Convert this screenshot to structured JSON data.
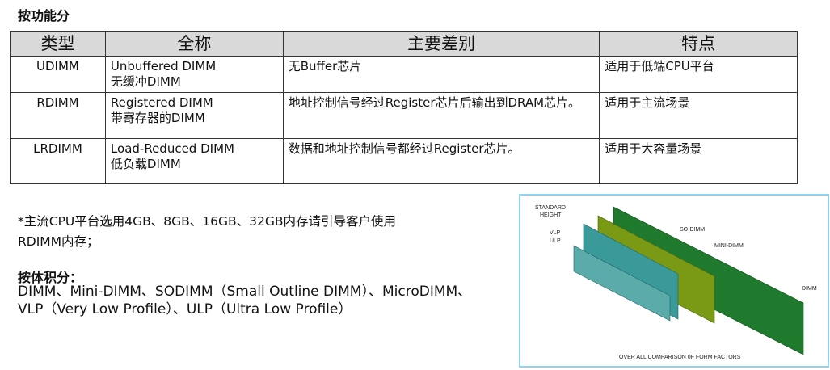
{
  "heading_function": "按功能分",
  "table": {
    "headers": [
      "类型",
      "全称",
      "主要差别",
      "特点"
    ],
    "rows": [
      {
        "type": "UDIMM",
        "full_en": "Unbuffered DIMM",
        "full_zh": "无缓冲DIMM",
        "diff": "无Buffer芯片",
        "feature": "适用于低端CPU平台"
      },
      {
        "type": "RDIMM",
        "full_en": "Registered DIMM",
        "full_zh": "带寄存器的DIMM",
        "diff": "地址控制信号经过Register芯片后输出到DRAM芯片。",
        "feature": "适用于主流场景"
      },
      {
        "type": "LRDIMM",
        "full_en": "Load-Reduced DIMM",
        "full_zh": "低负载DIMM",
        "diff": "数据和地址控制信号都经过Register芯片。",
        "feature": "适用于大容量场景"
      }
    ]
  },
  "note": "*主流CPU平台选用4GB、8GB、16GB、32GB内存请引导客户使用RDIMM内存；",
  "heading_volume": "按体积分：",
  "volume_text": "DIMM、Mini-DIMM、SODIMM（Small Outline DIMM）、MicroDIMM、VLP（Very Low Profile）、ULP（Ultra Low Profile）",
  "figure": {
    "labels": {
      "standard": "STANDARD",
      "height": "HEIGHT",
      "vlp": "VLP",
      "ulp": "ULP",
      "sodimm": "SO-DIMM",
      "minidimm": "MINI-DIMM",
      "dimm": "DIMM"
    },
    "caption": "OVER ALL COMPARISON 0F FORM FACTORS"
  }
}
